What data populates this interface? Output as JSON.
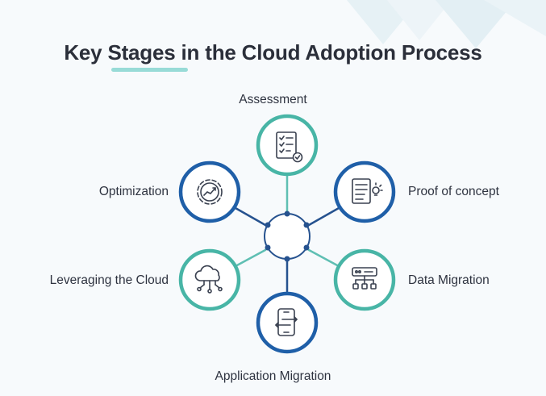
{
  "title": "Key Stages in the Cloud Adoption Process",
  "colors": {
    "teal": "#48b5a6",
    "blue": "#1f5fa8",
    "line_teal": "#5fbfb3",
    "line_blue": "#26528f"
  },
  "stages": [
    {
      "label": "Assessment",
      "icon": "checklist-icon",
      "ring": "teal"
    },
    {
      "label": "Proof of concept",
      "icon": "document-bulb-icon",
      "ring": "blue"
    },
    {
      "label": "Data Migration",
      "icon": "server-network-icon",
      "ring": "teal"
    },
    {
      "label": "Application Migration",
      "icon": "phone-transfer-icon",
      "ring": "blue"
    },
    {
      "label": "Leveraging the Cloud",
      "icon": "cloud-network-icon",
      "ring": "teal"
    },
    {
      "label": "Optimization",
      "icon": "gear-chart-icon",
      "ring": "blue"
    }
  ]
}
